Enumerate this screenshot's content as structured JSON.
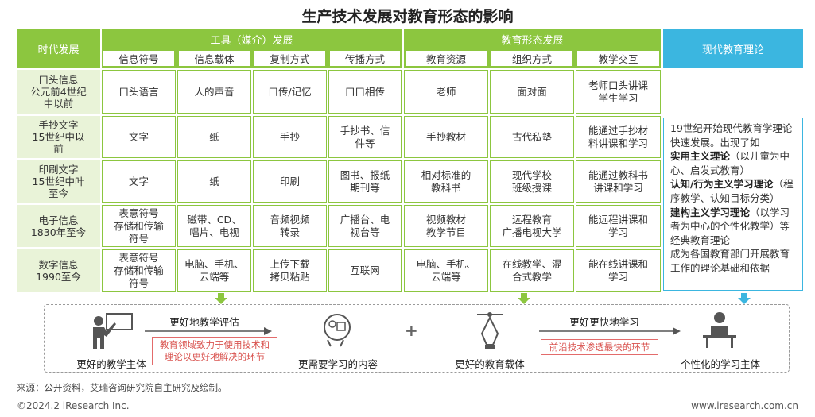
{
  "title": "生产技术发展对教育形态的影响",
  "table": {
    "header_era": "时代发展",
    "group_tools": "工具（媒介）发展",
    "group_edu": "教育形态发展",
    "group_theory": "现代教育理论",
    "columns": [
      "信息符号",
      "信息载体",
      "复制方式",
      "传播方式",
      "教育资源",
      "组织方式",
      "教学交互"
    ],
    "rows": [
      {
        "era": [
          "口头信息",
          "公元前4世纪",
          "中以前"
        ],
        "cells": [
          [
            "口头语言"
          ],
          [
            "人的声音"
          ],
          [
            "口传/记忆"
          ],
          [
            "口口相传"
          ],
          [
            "老师"
          ],
          [
            "面对面"
          ],
          [
            "老师口头讲课",
            "学生学习"
          ]
        ]
      },
      {
        "era": [
          "手抄文字",
          "15世纪中以",
          "前"
        ],
        "cells": [
          [
            "文字"
          ],
          [
            "纸"
          ],
          [
            "手抄"
          ],
          [
            "手抄书、信",
            "件等"
          ],
          [
            "手抄教材"
          ],
          [
            "古代私塾"
          ],
          [
            "能通过手抄材",
            "料讲课和学习"
          ]
        ]
      },
      {
        "era": [
          "印刷文字",
          "15世纪中叶",
          "至今"
        ],
        "cells": [
          [
            "文字"
          ],
          [
            "纸"
          ],
          [
            "印刷"
          ],
          [
            "图书、报纸",
            "期刊等"
          ],
          [
            "相对标准的",
            "教科书"
          ],
          [
            "现代学校",
            "班级授课"
          ],
          [
            "能通过教科书",
            "讲课和学习"
          ]
        ]
      },
      {
        "era": [
          "电子信息",
          "1830年至今"
        ],
        "cells": [
          [
            "表意符号",
            "存储和传输",
            "符号"
          ],
          [
            "磁带、CD、",
            "唱片、电视"
          ],
          [
            "音频视频",
            "转录"
          ],
          [
            "广播台、电",
            "视台等"
          ],
          [
            "视频教材",
            "教学节目"
          ],
          [
            "远程教育",
            "广播电视大学"
          ],
          [
            "能远程讲课和",
            "学习"
          ]
        ]
      },
      {
        "era": [
          "数字信息",
          "1990至今"
        ],
        "cells": [
          [
            "表意符号",
            "存储和传输",
            "符号"
          ],
          [
            "电脑、手机、",
            "云端等"
          ],
          [
            "上传下载",
            "拷贝粘贴"
          ],
          [
            "互联网"
          ],
          [
            "电脑、手机、",
            "云端等"
          ],
          [
            "在线教学、混",
            "合式教学"
          ],
          [
            "能在线讲课和",
            "学习"
          ]
        ]
      }
    ],
    "theory": {
      "intro": "19世纪开始现代教育学理论快速发展。出现了如",
      "t1": "实用主义理论",
      "t1_note": "（以儿童为中心、启发式教育）",
      "t2": "认知/行为主义学习理论",
      "t2_note": "（程序教学、认知目标分类）",
      "t3": "建构主义学习理论",
      "t3_note": "（以学习者为中心的个性化教学）",
      "tail": "等经典教育理论",
      "summary": "成为各国教育部门开展教育工作的理论基础和依据"
    }
  },
  "flow": {
    "subject_teacher": "更好的教学主体",
    "arrow1_label": "更好地教学评估",
    "red1": [
      "教育领域致力于使用技术和",
      "理论以更好地解决的环节"
    ],
    "content": "更需要学习的内容",
    "plus": "+",
    "carrier": "更好的教育载体",
    "arrow2_label": "更好更快地学习",
    "red2": "前沿技术渗透最快的环节",
    "subject_learner": "个性化的学习主体"
  },
  "colors": {
    "green": "#8cc63f",
    "light_green": "#e9f3d8",
    "blue": "#3bb6e0",
    "red": "#d9534f"
  },
  "source": "来源：公开资料，艾瑞咨询研究院自主研究及绘制。",
  "copyright": "©2024.2 iResearch Inc.",
  "website": "www.iresearch.com.cn"
}
